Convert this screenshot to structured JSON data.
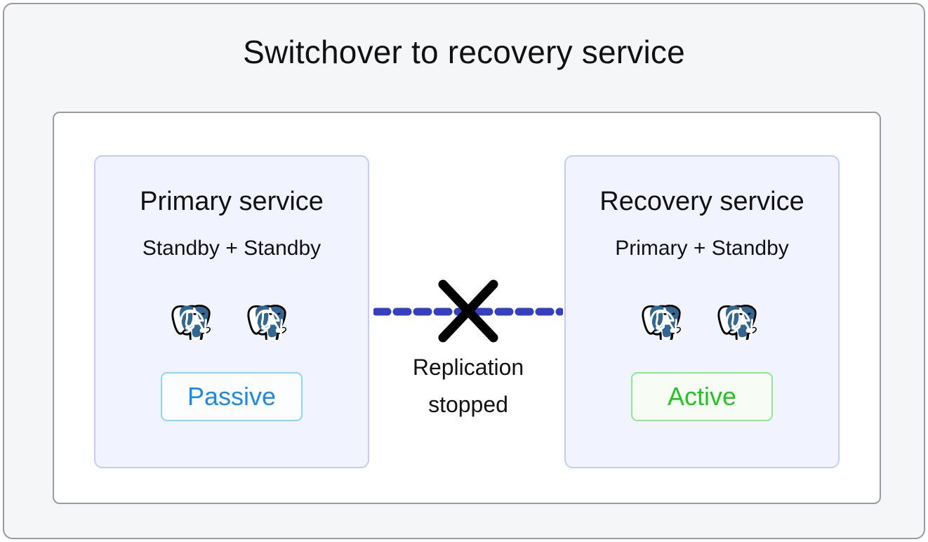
{
  "diagram": {
    "title": "Switchover to recovery service",
    "services": [
      {
        "id": "primary-service",
        "title": "Primary service",
        "subtitle": "Standby + Standby",
        "nodes": [
          {
            "icon": "postgresql-elephant-icon",
            "role": "Standby"
          },
          {
            "icon": "postgresql-elephant-icon",
            "role": "Standby"
          }
        ],
        "status": "Passive",
        "status_text_color": "#1e88e5",
        "status_border_color": "#8ed6f4",
        "status_background_color": "#fbfdff",
        "card_background_color": "#f1f4fe",
        "card_border_color": "#c3cdf0"
      },
      {
        "id": "recovery-service",
        "title": "Recovery service",
        "subtitle": "Primary + Standby",
        "nodes": [
          {
            "icon": "postgresql-elephant-icon",
            "role": "Primary"
          },
          {
            "icon": "postgresql-elephant-icon",
            "role": "Standby"
          }
        ],
        "status": "Active",
        "status_text_color": "#22c422",
        "status_border_color": "#8ee88e",
        "status_background_color": "#f7fdf5",
        "card_background_color": "#f1f4fe",
        "card_border_color": "#c3cdf0"
      }
    ],
    "connector": {
      "icon": "cross-mark-icon",
      "caption_line_1": "Replication",
      "caption_line_2": "stopped",
      "line_style": "dashed",
      "line_color": "#3640be",
      "cross_color": "#000000"
    },
    "colors": {
      "canvas_background": "#f5f6f8",
      "panel_background": "#ffffff",
      "frame_border": "#9a9aa6",
      "postgres_blue": "#336791"
    }
  }
}
